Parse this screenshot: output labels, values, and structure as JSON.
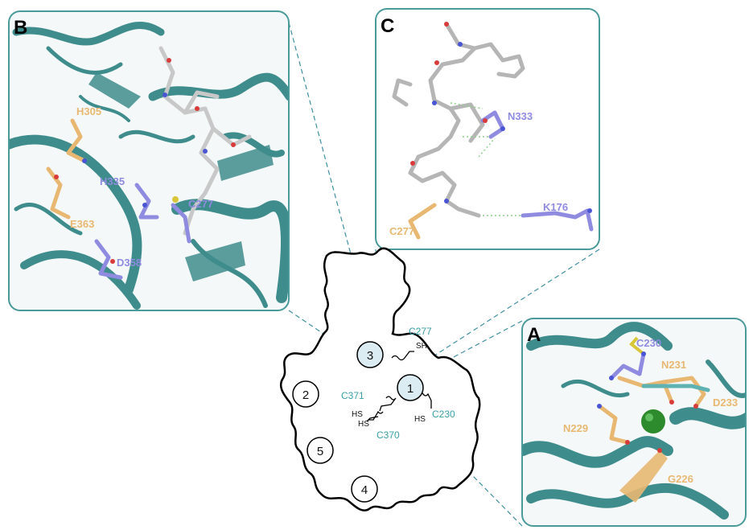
{
  "panels": {
    "b": {
      "letter": "B"
    },
    "c": {
      "letter": "C"
    },
    "a": {
      "letter": "A"
    }
  },
  "panel_b_residues": [
    "H305",
    "H335",
    "C277",
    "E363",
    "D358"
  ],
  "panel_c_residues": [
    "N333",
    "K176",
    "C277"
  ],
  "panel_a_residues": [
    "C230",
    "N231",
    "D233",
    "N229",
    "G226"
  ],
  "protein": {
    "sites": [
      "1",
      "2",
      "3",
      "4",
      "5"
    ],
    "cysteines": [
      "C277",
      "C371",
      "C230",
      "C370"
    ],
    "thiol_label": "SH",
    "thiol_label_rev": "HS"
  },
  "colors": {
    "panel_border": "#4a9a9a",
    "ribbon": "#3f8c8c",
    "residue_orange": "#e8b872",
    "residue_purple": "#8f8be0",
    "site_highlight": "#dcecf3",
    "connector": "#3f8fa0"
  }
}
